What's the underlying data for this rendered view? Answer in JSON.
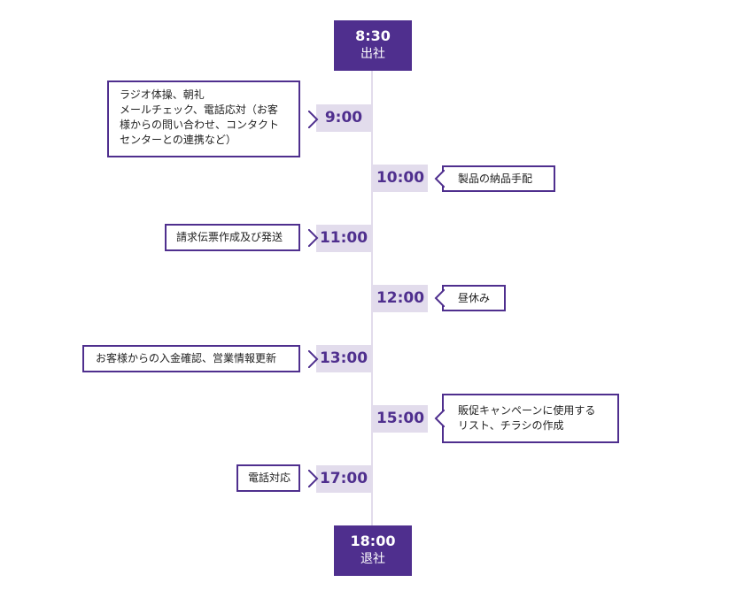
{
  "colors": {
    "primary": "#4f2f8e",
    "time_bg": "#e2dcec",
    "line": "#e2dcec"
  },
  "start": {
    "time": "8:30",
    "label": "出社"
  },
  "end": {
    "time": "18:00",
    "label": "退社"
  },
  "entries": [
    {
      "time": "9:00",
      "side": "left",
      "lines": [
        "ラジオ体操、朝礼",
        "メールチェック、電話応対（お客",
        "様からの問い合わせ、コンタクト",
        "センターとの連携など）"
      ]
    },
    {
      "time": "10:00",
      "side": "right",
      "lines": [
        "製品の納品手配"
      ]
    },
    {
      "time": "11:00",
      "side": "left",
      "lines": [
        "請求伝票作成及び発送"
      ]
    },
    {
      "time": "12:00",
      "side": "right",
      "lines": [
        "昼休み"
      ]
    },
    {
      "time": "13:00",
      "side": "left",
      "lines": [
        "お客様からの入金確認、営業情報更新"
      ]
    },
    {
      "time": "15:00",
      "side": "right",
      "lines": [
        "販促キャンペーンに使用する",
        "リスト、チラシの作成"
      ]
    },
    {
      "time": "17:00",
      "side": "left",
      "lines": [
        "電話対応"
      ]
    }
  ]
}
